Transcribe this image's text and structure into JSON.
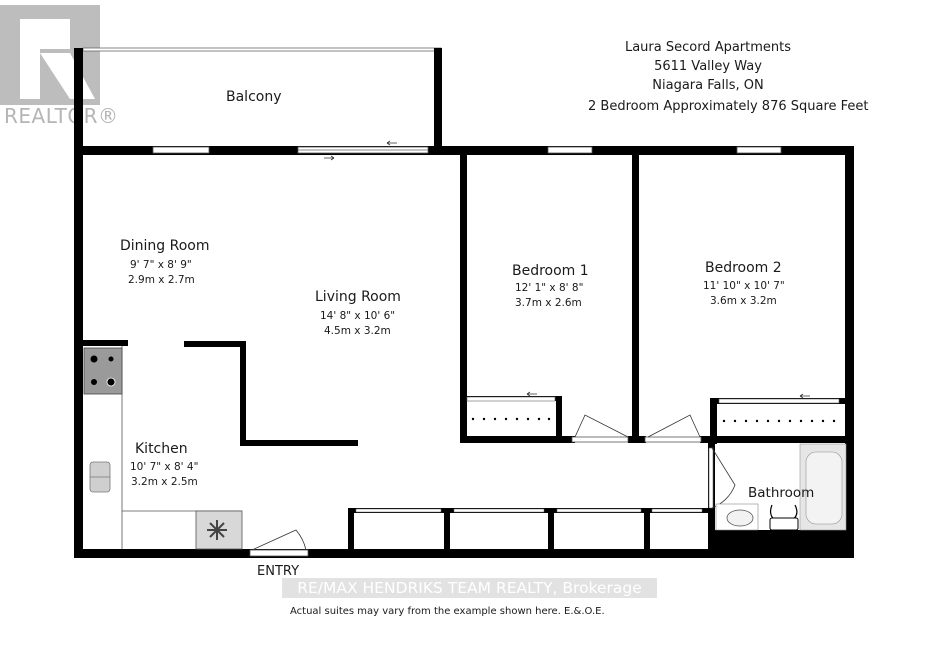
{
  "branding": {
    "logo_text": "REALTOR®",
    "logo_color": "#bdbdbd",
    "watermark": "RE/MAX  HENDRIKS TEAM REALTY, Brokerage"
  },
  "header": {
    "building_name": "Laura Secord Apartments",
    "street": "5611 Valley Way",
    "city": "Niagara Falls, ON",
    "summary": "2 Bedroom Approximately 876 Square Feet"
  },
  "rooms": {
    "balcony": {
      "name": "Balcony"
    },
    "dining": {
      "name": "Dining Room",
      "imperial": "9' 7\" x 8' 9\"",
      "metric": "2.9m x 2.7m"
    },
    "living": {
      "name": "Living Room",
      "imperial": "14' 8\" x 10' 6\"",
      "metric": "4.5m x 3.2m"
    },
    "bedroom1": {
      "name": "Bedroom 1",
      "imperial": "12' 1\" x 8' 8\"",
      "metric": "3.7m x 2.6m"
    },
    "bedroom2": {
      "name": "Bedroom 2",
      "imperial": "11' 10\" x 10' 7\"",
      "metric": "3.6m x 3.2m"
    },
    "kitchen": {
      "name": "Kitchen",
      "imperial": "10' 7\" x 8' 4\"",
      "metric": "3.2m x 2.5m"
    },
    "bathroom": {
      "name": "Bathroom"
    }
  },
  "labels": {
    "entry": "ENTRY"
  },
  "footer": {
    "disclaimer": "Actual suites may vary from the example shown here. E.&.O.E."
  },
  "colors": {
    "wall": "#000000",
    "fixture_fill": "#d8d8d8",
    "window": "#ffffff"
  }
}
